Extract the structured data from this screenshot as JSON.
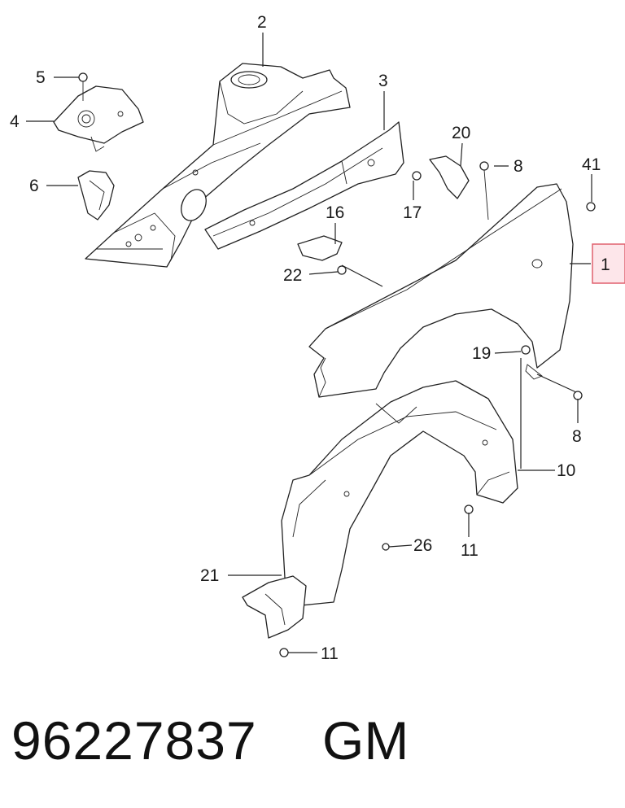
{
  "callouts": {
    "c1": "1",
    "c2": "2",
    "c3": "3",
    "c4": "4",
    "c5": "5",
    "c6": "6",
    "c8a": "8",
    "c8b": "8",
    "c10": "10",
    "c11a": "11",
    "c11b": "11",
    "c16": "16",
    "c17": "17",
    "c19": "19",
    "c20": "20",
    "c21": "21",
    "c22": "22",
    "c26": "26",
    "c41": "41"
  },
  "highlighted_callout": "1",
  "highlight_color": "#e0606e",
  "footer": {
    "part_number": "96227837",
    "brand": "GM"
  }
}
